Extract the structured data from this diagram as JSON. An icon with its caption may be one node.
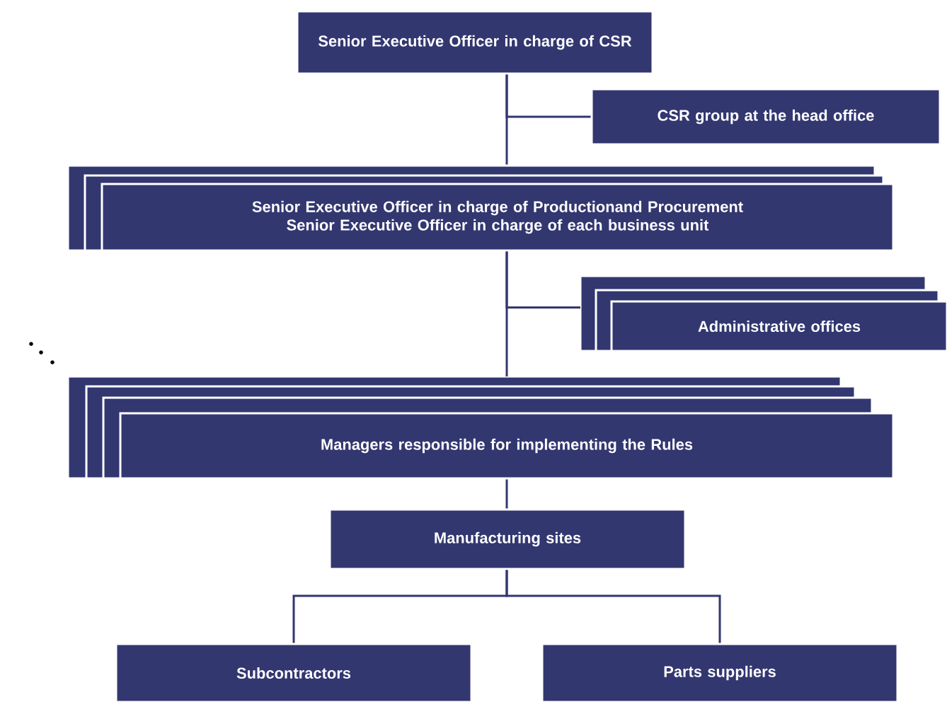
{
  "diagram": {
    "nodes": [
      {
        "text": [
          "Senior Executive Officer in charge of CSR"
        ]
      },
      {
        "text": [
          "CSR group at the head office"
        ]
      },
      {
        "text": [
          "Senior Executive Officer in charge of Productionand Procurement",
          "Senior Executive Officer in charge of each business unit"
        ]
      },
      {
        "text": [
          "Administrative offices"
        ]
      },
      {
        "text": [
          "Managers responsible for implementing the Rules"
        ]
      },
      {
        "text": [
          "Manufacturing sites"
        ]
      },
      {
        "text": [
          "Subcontractors"
        ]
      },
      {
        "text": [
          "Parts suppliers"
        ]
      }
    ],
    "edges": [
      {
        "from": 0,
        "to": 1,
        "arrow": "none"
      },
      {
        "from": 0,
        "to": 2,
        "arrow": "none"
      },
      {
        "from": 2,
        "to": 3,
        "arrow": "none"
      },
      {
        "from": 2,
        "to": 4,
        "arrow": "none"
      },
      {
        "from": 4,
        "to": 5,
        "arrow": "none"
      },
      {
        "from": 5,
        "to": 6,
        "arrow": "none"
      },
      {
        "from": 5,
        "to": 7,
        "arrow": "none"
      }
    ]
  }
}
